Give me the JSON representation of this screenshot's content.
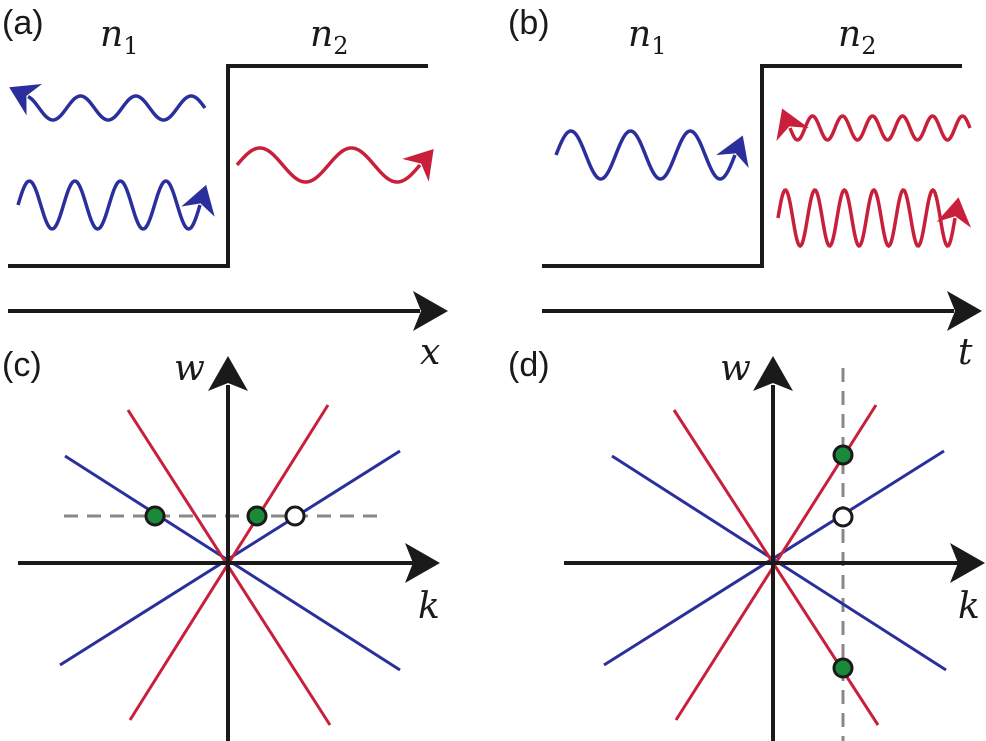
{
  "panels": {
    "a": {
      "label": "(a)",
      "medium_left": "n",
      "medium_left_sub": "1",
      "medium_right": "n",
      "medium_right_sub": "2",
      "axis": "x"
    },
    "b": {
      "label": "(b)",
      "medium_left": "n",
      "medium_left_sub": "1",
      "medium_right": "n",
      "medium_right_sub": "2",
      "axis": "t"
    },
    "c": {
      "label": "(c)",
      "v_axis": "w",
      "h_axis": "k"
    },
    "d": {
      "label": "(d)",
      "v_axis": "w",
      "h_axis": "k"
    }
  },
  "colors": {
    "medium1": "#2b2f9c",
    "medium2": "#c8203a",
    "axis": "#1a1a1a",
    "guide": "#888888",
    "solution_fill": "#1a8a3a",
    "open_fill": "#ffffff"
  }
}
